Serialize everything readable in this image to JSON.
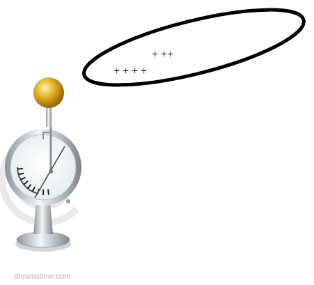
{
  "diagram": {
    "nodes": [
      {
        "text": [
          "+ ++",
          "+ + + +"
        ]
      }
    ],
    "labels": [
      "dreamstime.com"
    ]
  }
}
